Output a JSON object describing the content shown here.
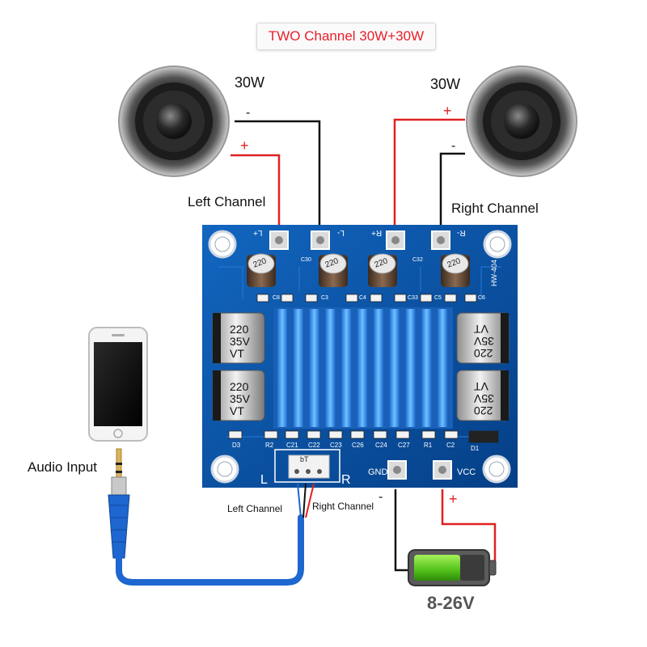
{
  "title": "TWO Channel 30W+30W",
  "speakers": {
    "left": {
      "power": "30W",
      "label": "Left Channel",
      "plus": "+",
      "minus": "-"
    },
    "right": {
      "power": "30W",
      "label": "Right Channel",
      "plus": "+",
      "minus": "-"
    }
  },
  "board": {
    "model": "HW-404",
    "terminals": {
      "lplus": "L+",
      "lminus": "L-",
      "rplus": "R+",
      "rminus": "R-",
      "gnd": "GND",
      "vcc": "VCC"
    },
    "caps_small": [
      "220",
      "220",
      "220",
      "220"
    ],
    "caps_big_left": [
      [
        "220",
        "35V",
        "VT"
      ],
      [
        "220",
        "35V",
        "VT"
      ]
    ],
    "caps_big_right": [
      [
        "220",
        "35V",
        "VT"
      ],
      [
        "220",
        "35V",
        "VT"
      ]
    ],
    "silk_top": [
      "C30",
      "C32",
      "C8",
      "C3",
      "C4",
      "C33",
      "C5",
      "C6"
    ],
    "silk_bottom": [
      "R2",
      "C21",
      "C22",
      "C23",
      "C26",
      "C24",
      "C27",
      "R1",
      "C2",
      "D3",
      "D1"
    ],
    "input_left": "L",
    "input_right": "R",
    "input_conn": "bT"
  },
  "audio_input": {
    "label": "Audio Input",
    "left_wire": "Left Channel",
    "right_wire": "Right Channel"
  },
  "power": {
    "voltage": "8-26V",
    "plus": "+",
    "minus": "-"
  },
  "colors": {
    "title": "#e8202a",
    "board": "#0a55a8",
    "heatsink": "#2f8fe6",
    "wire_red": "#e02020",
    "cable": "#1e66d0"
  }
}
